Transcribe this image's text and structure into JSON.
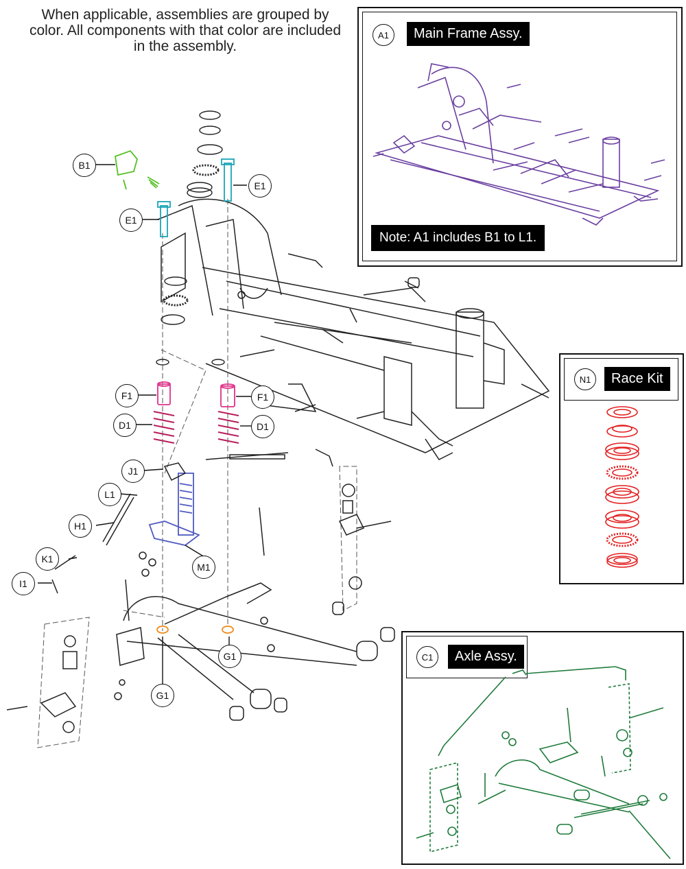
{
  "intro_text": "When applicable, assemblies are grouped by color. All components with that color are included in the assembly.",
  "panels": {
    "main_frame": {
      "code": "A1",
      "title": "Main Frame Assy.",
      "note": "Note: A1 includes B1 to L1."
    },
    "race_kit": {
      "code": "N1",
      "title": "Race Kit"
    },
    "axle": {
      "code": "C1",
      "title": "Axle Assy."
    }
  },
  "callouts": {
    "b1": "B1",
    "e1_right": "E1",
    "e1_left": "E1",
    "f1_left": "F1",
    "f1_right": "F1",
    "d1_left": "D1",
    "d1_right": "D1",
    "j1": "J1",
    "l1": "L1",
    "h1": "H1",
    "k1": "K1",
    "i1": "I1",
    "m1": "M1",
    "g1_left": "G1",
    "g1_right": "G1"
  },
  "colors": {
    "main_frame": "#6a3fa0",
    "bracket": "#55c025",
    "bolt": "#1aa5b8",
    "spacer": "#e0308a",
    "spring": "#b81d5c",
    "kingpin": "#4f5ac0",
    "nut": "#f08a1a",
    "race": "#e22020",
    "axle": "#1d7a3a"
  }
}
